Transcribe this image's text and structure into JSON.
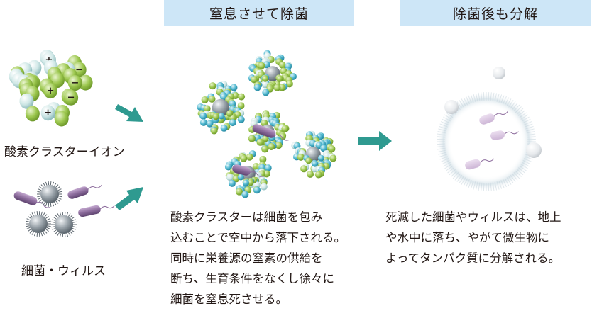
{
  "headers": {
    "step2": "窒息させて除菌",
    "step3": "除菌後も分解"
  },
  "labels": {
    "oxygen_cluster": "酸素クラスターイオン",
    "bacteria_virus": "細菌・ウィルス"
  },
  "descriptions": {
    "step2": [
      "酸素クラスターは細菌を包み",
      "込むことで空中から落下される。",
      "同時に栄養源の窒素の供給を",
      "断ち、生育条件をなくし徐々に",
      "細菌を窒息死させる。"
    ],
    "step3": [
      "死滅した細菌やウィルスは、地上",
      "や水中に落ち、やがて微生物に",
      "よってタンパク質に分解される。"
    ]
  },
  "ion_signs": [
    "+",
    "−"
  ],
  "colors": {
    "header_bg": "#cde6f7",
    "arrow": "#2f9a90",
    "green_ion": "#9cc74e",
    "cyan_ion": "#4fb7cf",
    "pale_ion": "#bfe0e3",
    "bacteria": "#8e6e9e",
    "virus": "#8a949c",
    "text": "#231815"
  }
}
